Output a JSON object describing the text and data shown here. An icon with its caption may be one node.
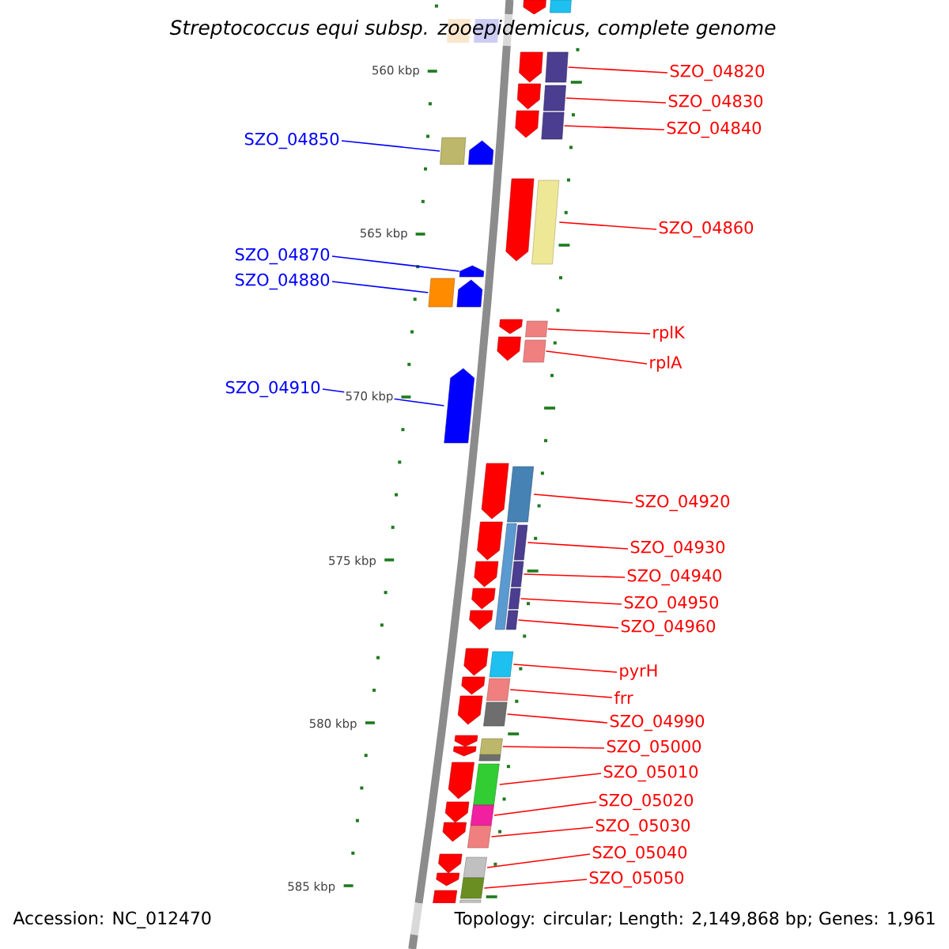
{
  "diagram": {
    "title": "Streptococcus equi subsp. zooepidemicus, complete genome",
    "nodes": [
      {
        "text": [
          "SZO_04820"
        ]
      },
      {
        "text": [
          "SZO_04830"
        ]
      },
      {
        "text": [
          "SZO_04840"
        ]
      },
      {
        "text": [
          "SZO_04850"
        ]
      },
      {
        "text": [
          "SZO_04860"
        ]
      },
      {
        "text": [
          "SZO_04870"
        ]
      },
      {
        "text": [
          "SZO_04880"
        ]
      },
      {
        "text": [
          "rplK"
        ]
      },
      {
        "text": [
          "rplA"
        ]
      },
      {
        "text": [
          "SZO_04910"
        ]
      },
      {
        "text": [
          "SZO_04920"
        ]
      },
      {
        "text": [
          "SZO_04930"
        ]
      },
      {
        "text": [
          "SZO_04940"
        ]
      },
      {
        "text": [
          "SZO_04950"
        ]
      },
      {
        "text": [
          "SZO_04960"
        ]
      },
      {
        "text": [
          "pyrH"
        ]
      },
      {
        "text": [
          "frr"
        ]
      },
      {
        "text": [
          "SZO_04990"
        ]
      },
      {
        "text": [
          "SZO_05000"
        ]
      },
      {
        "text": [
          "SZO_05010"
        ]
      },
      {
        "text": [
          "SZO_05020"
        ]
      },
      {
        "text": [
          "SZO_05030"
        ]
      },
      {
        "text": [
          "SZO_05040"
        ]
      },
      {
        "text": [
          "SZO_05050"
        ]
      },
      {
        "text": [],
        "shape": "bar"
      },
      {
        "text": [],
        "shape": "bar"
      },
      {
        "text": [],
        "shape": "bar"
      },
      {
        "text": [],
        "shape": "bar"
      },
      {
        "text": [],
        "shape": "bar"
      },
      {
        "text": [],
        "shape": "arrow"
      },
      {
        "text": [],
        "shape": "bar"
      },
      {
        "text": [],
        "shape": "bar"
      },
      {
        "text": [],
        "shape": "bar"
      },
      {
        "text": [],
        "shape": "arrow"
      },
      {
        "text": [],
        "shape": "bar"
      },
      {
        "text": [],
        "shape": "bar"
      },
      {
        "text": [],
        "shape": "bar"
      },
      {
        "text": [],
        "shape": "bar"
      },
      {
        "text": [],
        "shape": "bar"
      },
      {
        "text": [],
        "shape": "bar"
      },
      {
        "text": [],
        "shape": "bar"
      },
      {
        "text": [],
        "shape": "bar"
      },
      {
        "text": [],
        "shape": "bar"
      },
      {
        "text": [],
        "shape": "bar"
      },
      {
        "text": [],
        "shape": "bar"
      },
      {
        "text": [],
        "shape": "bar"
      },
      {
        "text": [],
        "shape": "bar"
      },
      {
        "text": [],
        "shape": "bar"
      }
    ],
    "edges": [
      {
        "from": 0,
        "to": 24,
        "arrow": "none"
      },
      {
        "from": 1,
        "to": 25,
        "arrow": "none"
      },
      {
        "from": 2,
        "to": 26,
        "arrow": "none"
      },
      {
        "from": 3,
        "to": 27,
        "arrow": "none",
        "color": "#0000ff"
      },
      {
        "from": 4,
        "to": 28,
        "arrow": "none"
      },
      {
        "from": 5,
        "to": 29,
        "arrow": "none",
        "color": "#0000ff"
      },
      {
        "from": 6,
        "to": 30,
        "arrow": "none",
        "color": "#0000ff"
      },
      {
        "from": 7,
        "to": 31,
        "arrow": "none"
      },
      {
        "from": 8,
        "to": 32,
        "arrow": "none"
      },
      {
        "from": 9,
        "to": 33,
        "arrow": "none",
        "color": "#0000ff"
      },
      {
        "from": 10,
        "to": 34,
        "arrow": "none"
      },
      {
        "from": 11,
        "to": 35,
        "arrow": "none"
      },
      {
        "from": 12,
        "to": 36,
        "arrow": "none"
      },
      {
        "from": 13,
        "to": 37,
        "arrow": "none"
      },
      {
        "from": 14,
        "to": 38,
        "arrow": "none"
      },
      {
        "from": 15,
        "to": 39,
        "arrow": "none"
      },
      {
        "from": 16,
        "to": 40,
        "arrow": "none"
      },
      {
        "from": 17,
        "to": 41,
        "arrow": "none"
      },
      {
        "from": 18,
        "to": 42,
        "arrow": "none"
      },
      {
        "from": 19,
        "to": 43,
        "arrow": "none"
      },
      {
        "from": 20,
        "to": 44,
        "arrow": "none"
      },
      {
        "from": 21,
        "to": 45,
        "arrow": "none"
      },
      {
        "from": 22,
        "to": 46,
        "arrow": "none"
      },
      {
        "from": 23,
        "to": 47,
        "arrow": "none"
      }
    ],
    "labels": [
      "560 kbp",
      "565 kbp",
      "570 kbp",
      "575 kbp",
      "580 kbp",
      "585 kbp",
      "Accession: NC_012470",
      "Topology: circular; Length: 2,149,868 bp; Genes: 1,961"
    ]
  }
}
